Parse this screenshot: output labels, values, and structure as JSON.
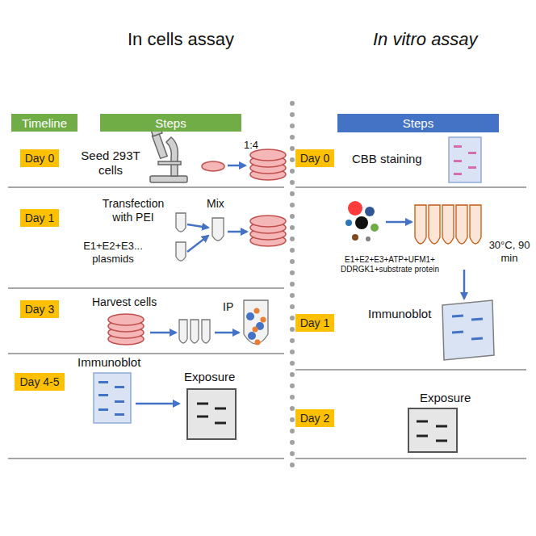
{
  "diagram": {
    "nodes": [
      {
        "text": [
          "Timeline"
        ]
      },
      {
        "text": [
          "Steps"
        ]
      },
      {
        "text": [
          "Steps"
        ]
      },
      {
        "text": [
          "Day 0"
        ]
      },
      {
        "text": [
          "Day 1"
        ]
      },
      {
        "text": [
          "Day 3"
        ]
      },
      {
        "text": [
          "Day 4-5"
        ]
      },
      {
        "text": [
          "Day 0"
        ]
      },
      {
        "text": [
          "Day 1"
        ]
      },
      {
        "text": [
          "Day 2"
        ]
      }
    ],
    "labels": [
      "In cells assay",
      "In vitro assay",
      "Seed 293T cells",
      "1:4",
      "Transfection with PEI",
      "E1+E2+E3... plasmids",
      "Mix",
      "Harvest cells",
      "IP",
      "Immunoblot",
      "Exposure",
      "CBB staining",
      "E1+E2+E3+ATP+UFM1+ DDRGK1+substrate protein",
      "30°C, 90 min",
      "Immunoblot",
      "Exposure"
    ]
  }
}
